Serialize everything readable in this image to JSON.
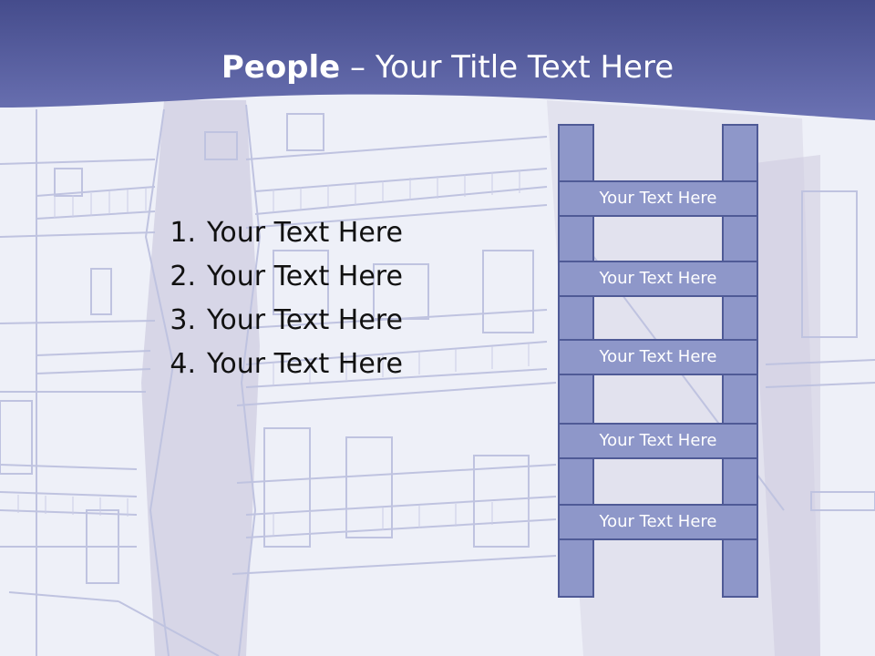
{
  "title": {
    "bold": "People",
    "separator": " – ",
    "rest": "Your Title Text Here"
  },
  "list": [
    {
      "number": "1.",
      "text": "Your Text Here"
    },
    {
      "number": "2.",
      "text": "Your Text Here"
    },
    {
      "number": "3.",
      "text": "Your Text Here"
    },
    {
      "number": "4.",
      "text": "Your Text Here"
    }
  ],
  "ladder": {
    "rungs": [
      "Your Text Here",
      "Your Text Here",
      "Your Text Here",
      "Your Text Here",
      "Your Text Here"
    ]
  },
  "colors": {
    "header": "#5a63a6",
    "ladder_fill": "#8e97c9",
    "ladder_border": "#4f5a96",
    "background": "#eceef7"
  }
}
